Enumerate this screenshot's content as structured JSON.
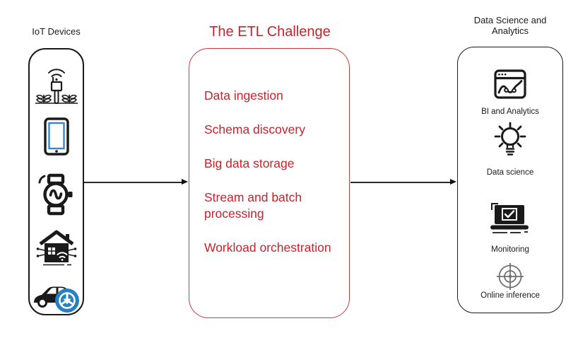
{
  "colors": {
    "background": "#ffffff",
    "accent_red": "#c3242c",
    "etl_box_border": "#cb3a40",
    "ink_black": "#1a1a1a",
    "car_wheel_blue": "#2580c4",
    "tablet_screen_blue": "#3d85c8",
    "inference_gray": "#707070"
  },
  "left_panel": {
    "title": "IoT Devices",
    "icons": [
      "agriculture-sensor-icon",
      "tablet-icon",
      "smartwatch-icon",
      "smart-home-icon",
      "connected-car-icon"
    ]
  },
  "etl_panel": {
    "title": "The ETL Challenge",
    "items": [
      "Data ingestion",
      "Schema discovery",
      "Big data storage",
      "Stream and batch processing",
      "Workload orchestration"
    ]
  },
  "right_panel": {
    "title": "Data Science and Analytics",
    "groups": [
      {
        "icon": "bi-analytics-icon",
        "label": "BI and Analytics"
      },
      {
        "icon": "data-science-icon",
        "label": "Data science"
      },
      {
        "icon": "monitoring-icon",
        "label": "Monitoring"
      },
      {
        "icon": "online-inference-icon",
        "label": "Online inference"
      }
    ]
  }
}
